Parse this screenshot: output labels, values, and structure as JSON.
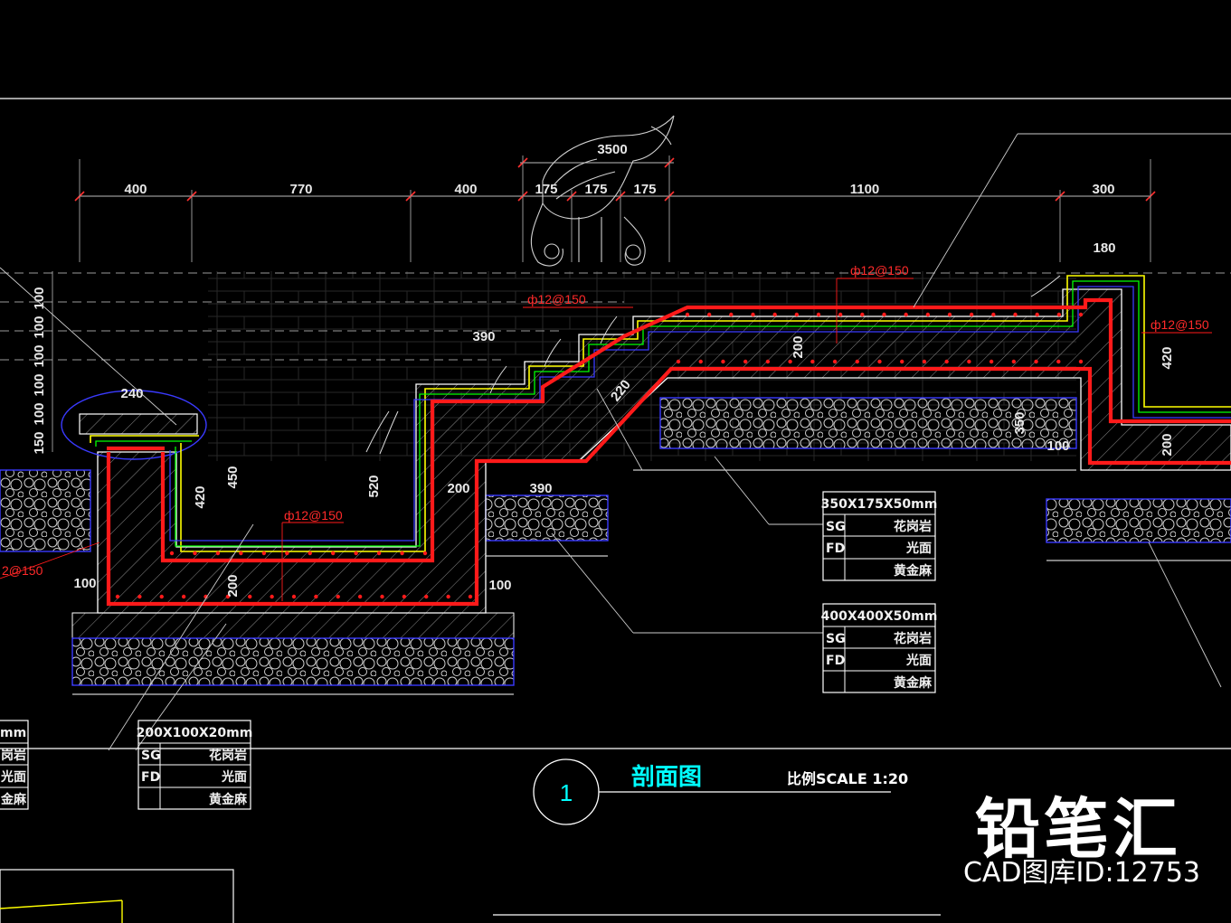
{
  "colors": {
    "background": "#000000",
    "rebar": "#ff1a1a",
    "concrete_outline": "#ffffff",
    "waterproof": "#ffff00",
    "membrane": "#00ff00",
    "gravel": "#0000ff",
    "leader": "#ffffff",
    "title": "#00ffff"
  },
  "icons": [
    "fish-sculpture-icon",
    "section-marker-circle"
  ],
  "top_dimensions": [
    "400",
    "770",
    "400",
    "175",
    "175",
    "175",
    "1100",
    "300"
  ],
  "overall_dimension": "3500",
  "left_vertical_dims": [
    "100",
    "100",
    "100",
    "100",
    "100",
    "150"
  ],
  "inner_dimensions": {
    "d240": "240",
    "d450": "450",
    "d420a": "420",
    "d520": "520",
    "d200a": "200",
    "d100a": "100",
    "d100b": "100",
    "d200b": "200",
    "d390a": "390",
    "d390b": "390",
    "d220": "220",
    "d200c": "200",
    "d350": "350",
    "d100c": "100",
    "d180": "180",
    "d420b": "420",
    "d200d": "200"
  },
  "rebar_labels": {
    "r1": "ф12@150",
    "r2": "ф12@150",
    "r3": "ф12@150",
    "r4": "ф12@150",
    "r5": "2@150"
  },
  "tables": [
    {
      "size": "350X175X50mm",
      "rows": [
        [
          "SG",
          "花岗岩"
        ],
        [
          "FD",
          "光面"
        ],
        [
          "",
          "黄金麻"
        ]
      ]
    },
    {
      "size": "400X400X50mm",
      "rows": [
        [
          "SG",
          "花岗岩"
        ],
        [
          "FD",
          "光面"
        ],
        [
          "",
          "黄金麻"
        ]
      ]
    },
    {
      "size": "200X100X20mm",
      "rows": [
        [
          "SG",
          "花岗岩"
        ],
        [
          "FD",
          "光面"
        ],
        [
          "",
          "黄金麻"
        ]
      ]
    },
    {
      "size": "mm",
      "rows": [
        [
          "",
          "岗岩"
        ],
        [
          "",
          "光面"
        ],
        [
          "",
          "金麻"
        ]
      ]
    }
  ],
  "section": {
    "number": "1",
    "title": "剖面图",
    "scale": "比例SCALE 1:20"
  },
  "watermark": {
    "brand": "铅笔汇",
    "id_text": "CAD图库ID:12753"
  }
}
